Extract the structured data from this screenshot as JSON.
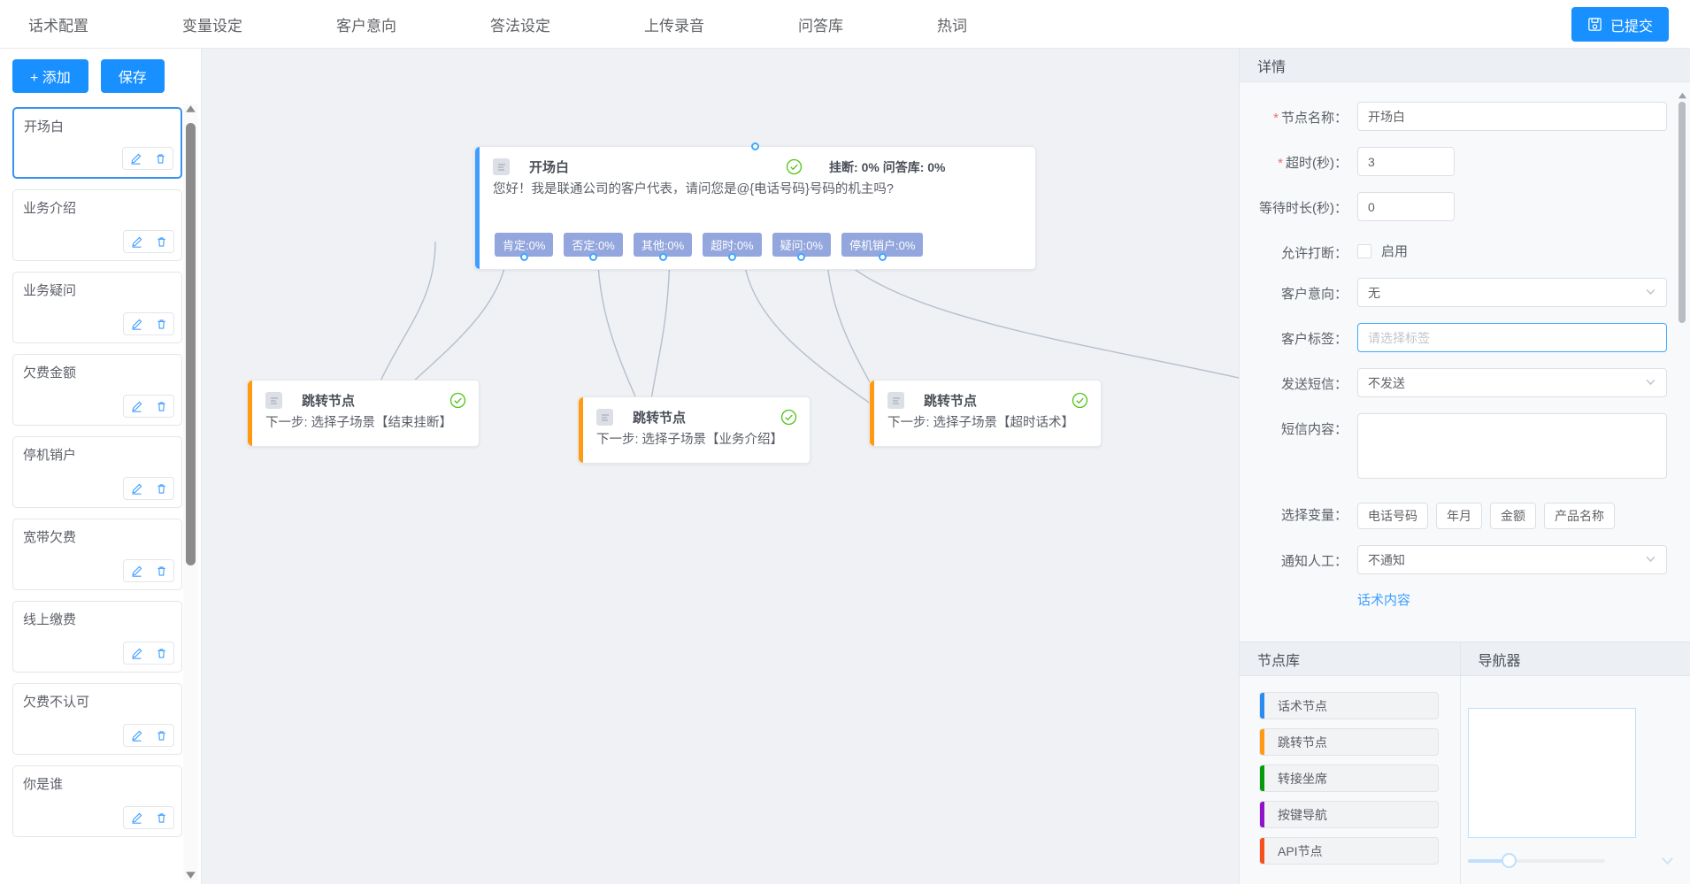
{
  "topbar": {
    "tabs": [
      {
        "label": "话术配置"
      },
      {
        "label": "变量设定"
      },
      {
        "label": "客户意向"
      },
      {
        "label": "答法设定"
      },
      {
        "label": "上传录音"
      },
      {
        "label": "问答库"
      },
      {
        "label": "热词"
      }
    ],
    "submit_label": "已提交",
    "submit_icon": "save-icon",
    "accent": "#1890ff"
  },
  "sidebar": {
    "add_label": "+ 添加",
    "save_label": "保存",
    "edit_icon": "pencil-icon",
    "delete_icon": "trash-icon",
    "scenes": [
      {
        "name": "开场白",
        "active": true
      },
      {
        "name": "业务介绍",
        "active": false
      },
      {
        "name": "业务疑问",
        "active": false
      },
      {
        "name": "欠费金额",
        "active": false
      },
      {
        "name": "停机销户",
        "active": false
      },
      {
        "name": "宽带欠费",
        "active": false
      },
      {
        "name": "线上缴费",
        "active": false
      },
      {
        "name": "欠费不认可",
        "active": false
      },
      {
        "name": "你是谁",
        "active": false
      }
    ]
  },
  "canvas": {
    "root_node": {
      "title": "开场白",
      "icon": "script-node-icon",
      "status_icon": "check-circle-icon",
      "stats": "挂断: 0% 问答库: 0%",
      "text": "您好！我是联通公司的客户代表，请问您是@{电话号码}号码的机主吗?",
      "bar_color": "#409eff",
      "branches": [
        {
          "label": "肯定:0%"
        },
        {
          "label": "否定:0%"
        },
        {
          "label": "其他:0%"
        },
        {
          "label": "超时:0%"
        },
        {
          "label": "疑问:0%"
        },
        {
          "label": "停机销户:0%"
        }
      ]
    },
    "child_nodes": [
      {
        "title": "跳转节点",
        "icon": "jump-node-icon",
        "status_icon": "check-circle-icon",
        "text": "下一步: 选择子场景【结束挂断】",
        "bar_color": "#ff9a12"
      },
      {
        "title": "跳转节点",
        "icon": "jump-node-icon",
        "status_icon": "check-circle-icon",
        "text": "下一步: 选择子场景【业务介绍】",
        "bar_color": "#ff9a12"
      },
      {
        "title": "跳转节点",
        "icon": "jump-node-icon",
        "status_icon": "check-circle-icon",
        "text": "下一步: 选择子场景【超时话术】",
        "bar_color": "#ff9a12"
      }
    ]
  },
  "detail": {
    "title": "详情",
    "fields": {
      "node_name_label": "节点名称：",
      "node_name_value": "开场白",
      "timeout_label": "超时(秒)：",
      "timeout_value": "3",
      "wait_label": "等待时长(秒)：",
      "wait_value": "0",
      "interrupt_label": "允许打断：",
      "interrupt_checkbox_label": "启用",
      "intent_label": "客户意向：",
      "intent_value": "无",
      "tag_label": "客户标签：",
      "tag_placeholder": "请选择标签",
      "sms_label": "发送短信：",
      "sms_value": "不发送",
      "sms_content_label": "短信内容：",
      "sms_content_value": "",
      "var_label": "选择变量：",
      "variables": [
        "电话号码",
        "年月",
        "金额",
        "产品名称"
      ],
      "notify_label": "通知人工：",
      "notify_value": "不通知",
      "script_link": "话术内容"
    }
  },
  "node_library": {
    "title": "节点库",
    "items": [
      {
        "label": "话术节点",
        "color": "#2b8cf0"
      },
      {
        "label": "跳转节点",
        "color": "#ff9a12"
      },
      {
        "label": "转接坐席",
        "color": "#069b0c"
      },
      {
        "label": "按键导航",
        "color": "#9013c9"
      },
      {
        "label": "API节点",
        "color": "#f4511e"
      }
    ]
  },
  "navigator": {
    "title": "导航器",
    "caret_icon": "chevron-down-icon"
  }
}
